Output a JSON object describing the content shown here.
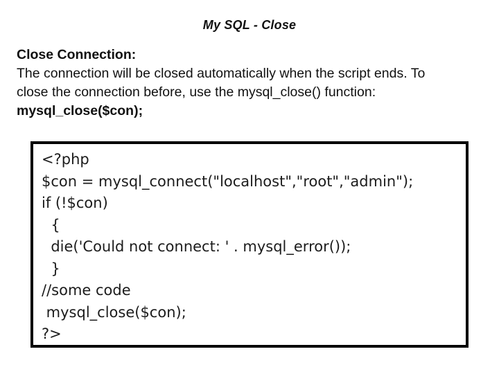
{
  "title": "My SQL - Close",
  "intro": {
    "heading": "Close Connection:",
    "line1": "The connection will be closed automatically when the script ends. To",
    "line2": "close the connection before, use the mysql_close() function:",
    "code_statement": "mysql_close($con);"
  },
  "codebox": {
    "lines": [
      "<?php",
      "$con = mysql_connect(\"localhost\",\"root\",\"admin\");",
      "if (!$con)",
      "  {",
      "  die('Could not connect: ' . mysql_error());",
      "  }",
      "//some code",
      " mysql_close($con);",
      "?>"
    ]
  },
  "colors": {
    "background": "#ffffff",
    "text": "#111111",
    "code_border": "#000000"
  }
}
